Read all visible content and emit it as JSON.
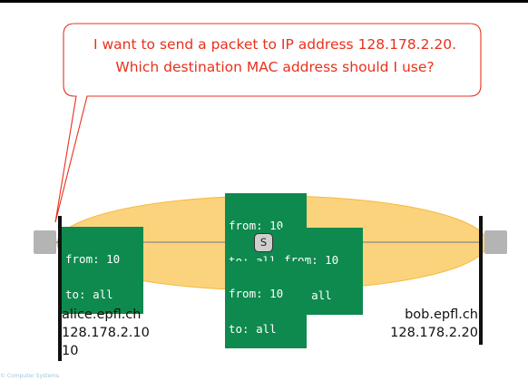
{
  "speech_bubble": {
    "line1": "I want to send a packet to IP address 128.178.2.20.",
    "line2": "Which destination MAC address should I use?"
  },
  "broadcast_messages": {
    "alice_port": {
      "from": "from: 10",
      "to": "to: all"
    },
    "switch_top": {
      "from": "from: 10",
      "to": "to: all"
    },
    "switch_right": {
      "from": "from: 10",
      "to": "to: all"
    },
    "switch_bottom": {
      "from": "from: 10",
      "to": "to: all"
    }
  },
  "switch_label": "S",
  "hosts": {
    "alice": {
      "name": "alice.epfl.ch",
      "ip": "128.178.2.10",
      "mac": "10"
    },
    "bob": {
      "name": "bob.epfl.ch",
      "ip": "128.178.2.20"
    }
  },
  "footer": "© Computer Systems",
  "colors": {
    "broadcast_area": "#fbd37c",
    "message_box": "#0e8a4e",
    "bubble_text": "#e8311c",
    "bubble_border": "#e8311c"
  }
}
